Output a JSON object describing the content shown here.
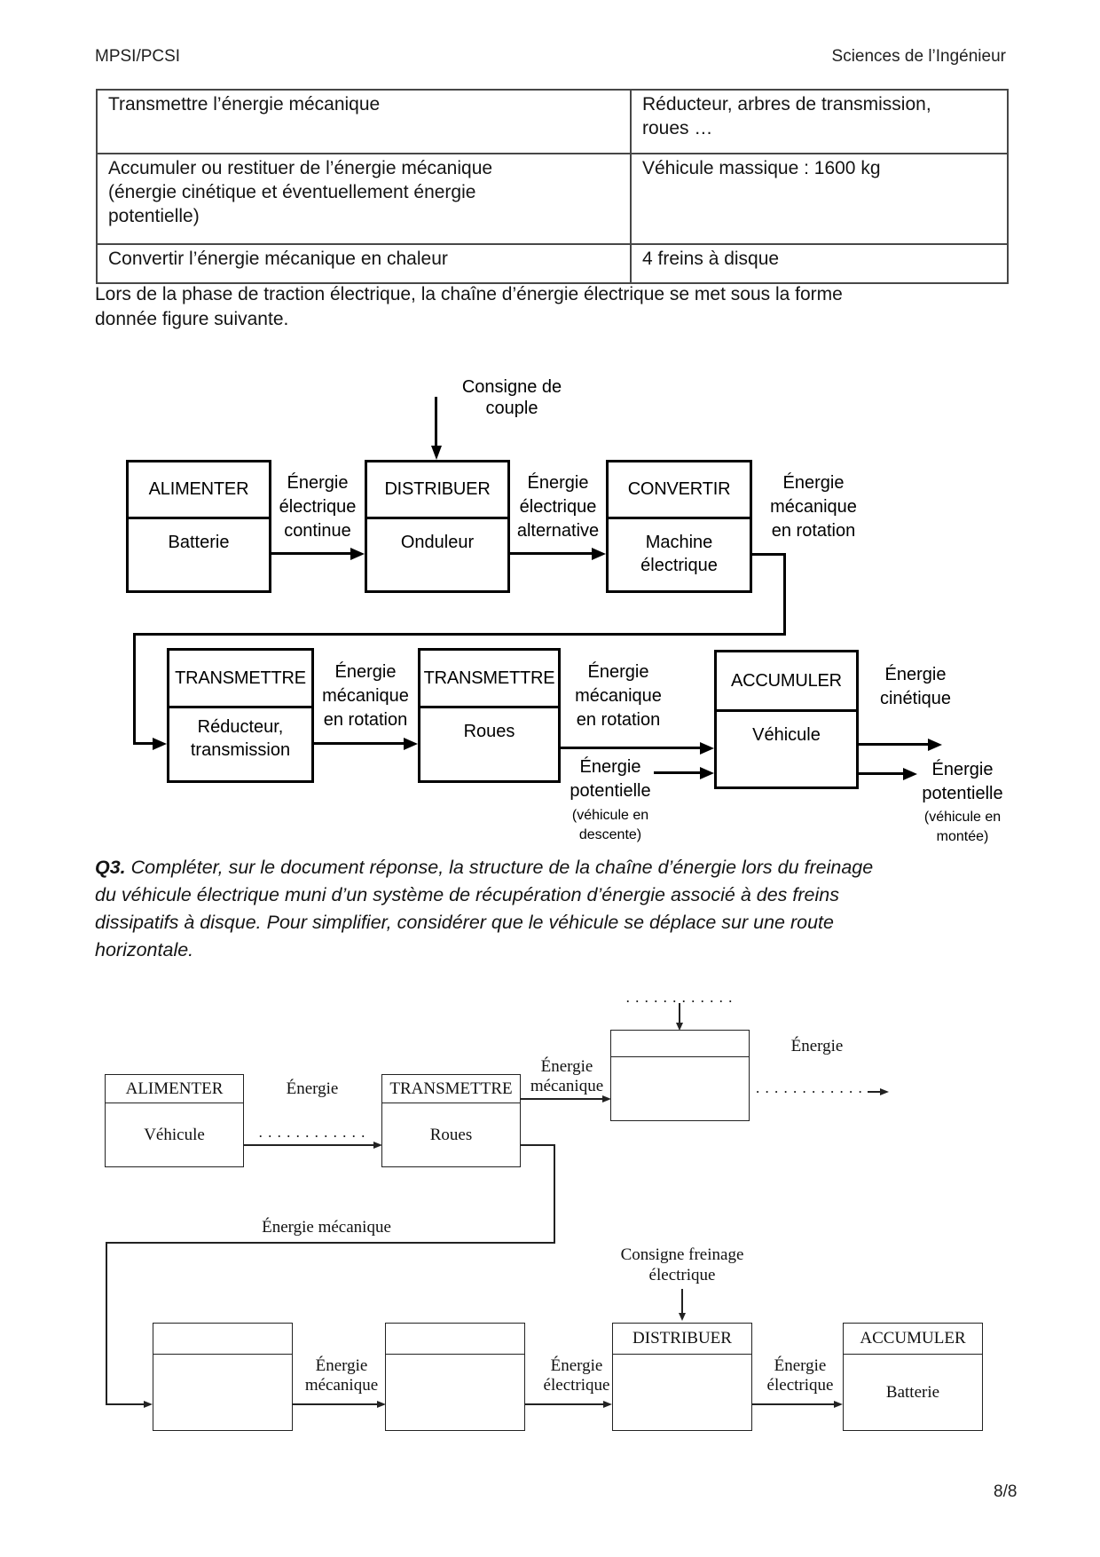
{
  "header": {
    "left": "MPSI/PCSI",
    "right": "Sciences de l’Ingénieur"
  },
  "table": {
    "rows": [
      {
        "c1": "Transmettre l’énergie mécanique",
        "c2": "Réducteur, arbres de transmission,\nroues …"
      },
      {
        "c1": "Accumuler ou restituer de l’énergie mécanique\n(énergie cinétique et éventuellement énergie\npotentielle)",
        "c2": "Véhicule massique : 1600 kg"
      },
      {
        "c1": "Convertir l’énergie mécanique en chaleur",
        "c2": "4 freins à disque"
      }
    ]
  },
  "intro": "Lors de la phase de traction électrique, la chaîne d’énergie électrique se met sous la forme\ndonnée figure suivante.",
  "d1": {
    "consigne": "Consigne de\ncouple",
    "boxes": {
      "alimenter": {
        "title": "ALIMENTER",
        "body": "Batterie"
      },
      "distribuer": {
        "title": "DISTRIBUER",
        "body": "Onduleur"
      },
      "convertir": {
        "title": "CONVERTIR",
        "body": "Machine\nélectrique"
      },
      "transmettre1": {
        "title": "TRANSMETTRE",
        "body": "Réducteur,\ntransmission"
      },
      "transmettre2": {
        "title": "TRANSMETTRE",
        "body": "Roues"
      },
      "accumuler": {
        "title": "ACCUMULER",
        "body": "Véhicule"
      }
    },
    "labels": {
      "elec_continue": "Énergie\nélectrique\ncontinue",
      "elec_alternative": "Énergie\nélectrique\nalternative",
      "meca_rotation_1": "Énergie\nmécanique\nen rotation",
      "meca_rotation_2": "Énergie\nmécanique\nen rotation",
      "meca_rotation_3": "Énergie\nmécanique\nen rotation",
      "potentielle_in": "Énergie\npotentielle",
      "potentielle_in_note": "(véhicule en\ndescente)",
      "cinetique_out": "Énergie\ncinétique",
      "potentielle_out": "Énergie\npotentielle",
      "potentielle_out_note": "(véhicule en\nmontée)"
    }
  },
  "q3": {
    "label": "Q3.",
    "text": "  Compléter, sur le document réponse, la structure de la chaîne d’énergie lors du freinage\ndu véhicule électrique muni d’un système de récupération d’énergie associé à des freins\ndissipatifs à disque. Pour simplifier, considérer que le véhicule se déplace sur une route\nhorizontale."
  },
  "d2": {
    "dots": ". . . . . . . . . . . .",
    "boxes": {
      "alimenter": {
        "title": "ALIMENTER",
        "body": "Véhicule"
      },
      "transmettre": {
        "title": "TRANSMETTRE",
        "body": "Roues"
      },
      "distribuer": {
        "title": "DISTRIBUER",
        "body": ""
      },
      "accumuler": {
        "title": "ACCUMULER",
        "body": "Batterie"
      }
    },
    "labels": {
      "energie_vr": "Énergie",
      "meca_tg": "Énergie\nmécanique",
      "energie_g": "Énergie",
      "meca_long": "Énergie mécanique",
      "consigne": "Consigne freinage\nélectrique",
      "meca_hi": "Énergie\nmécanique",
      "elec_ij": "Énergie\nélectrique",
      "elec_jk": "Énergie\nélectrique"
    }
  },
  "footer": {
    "page": "8/8"
  }
}
